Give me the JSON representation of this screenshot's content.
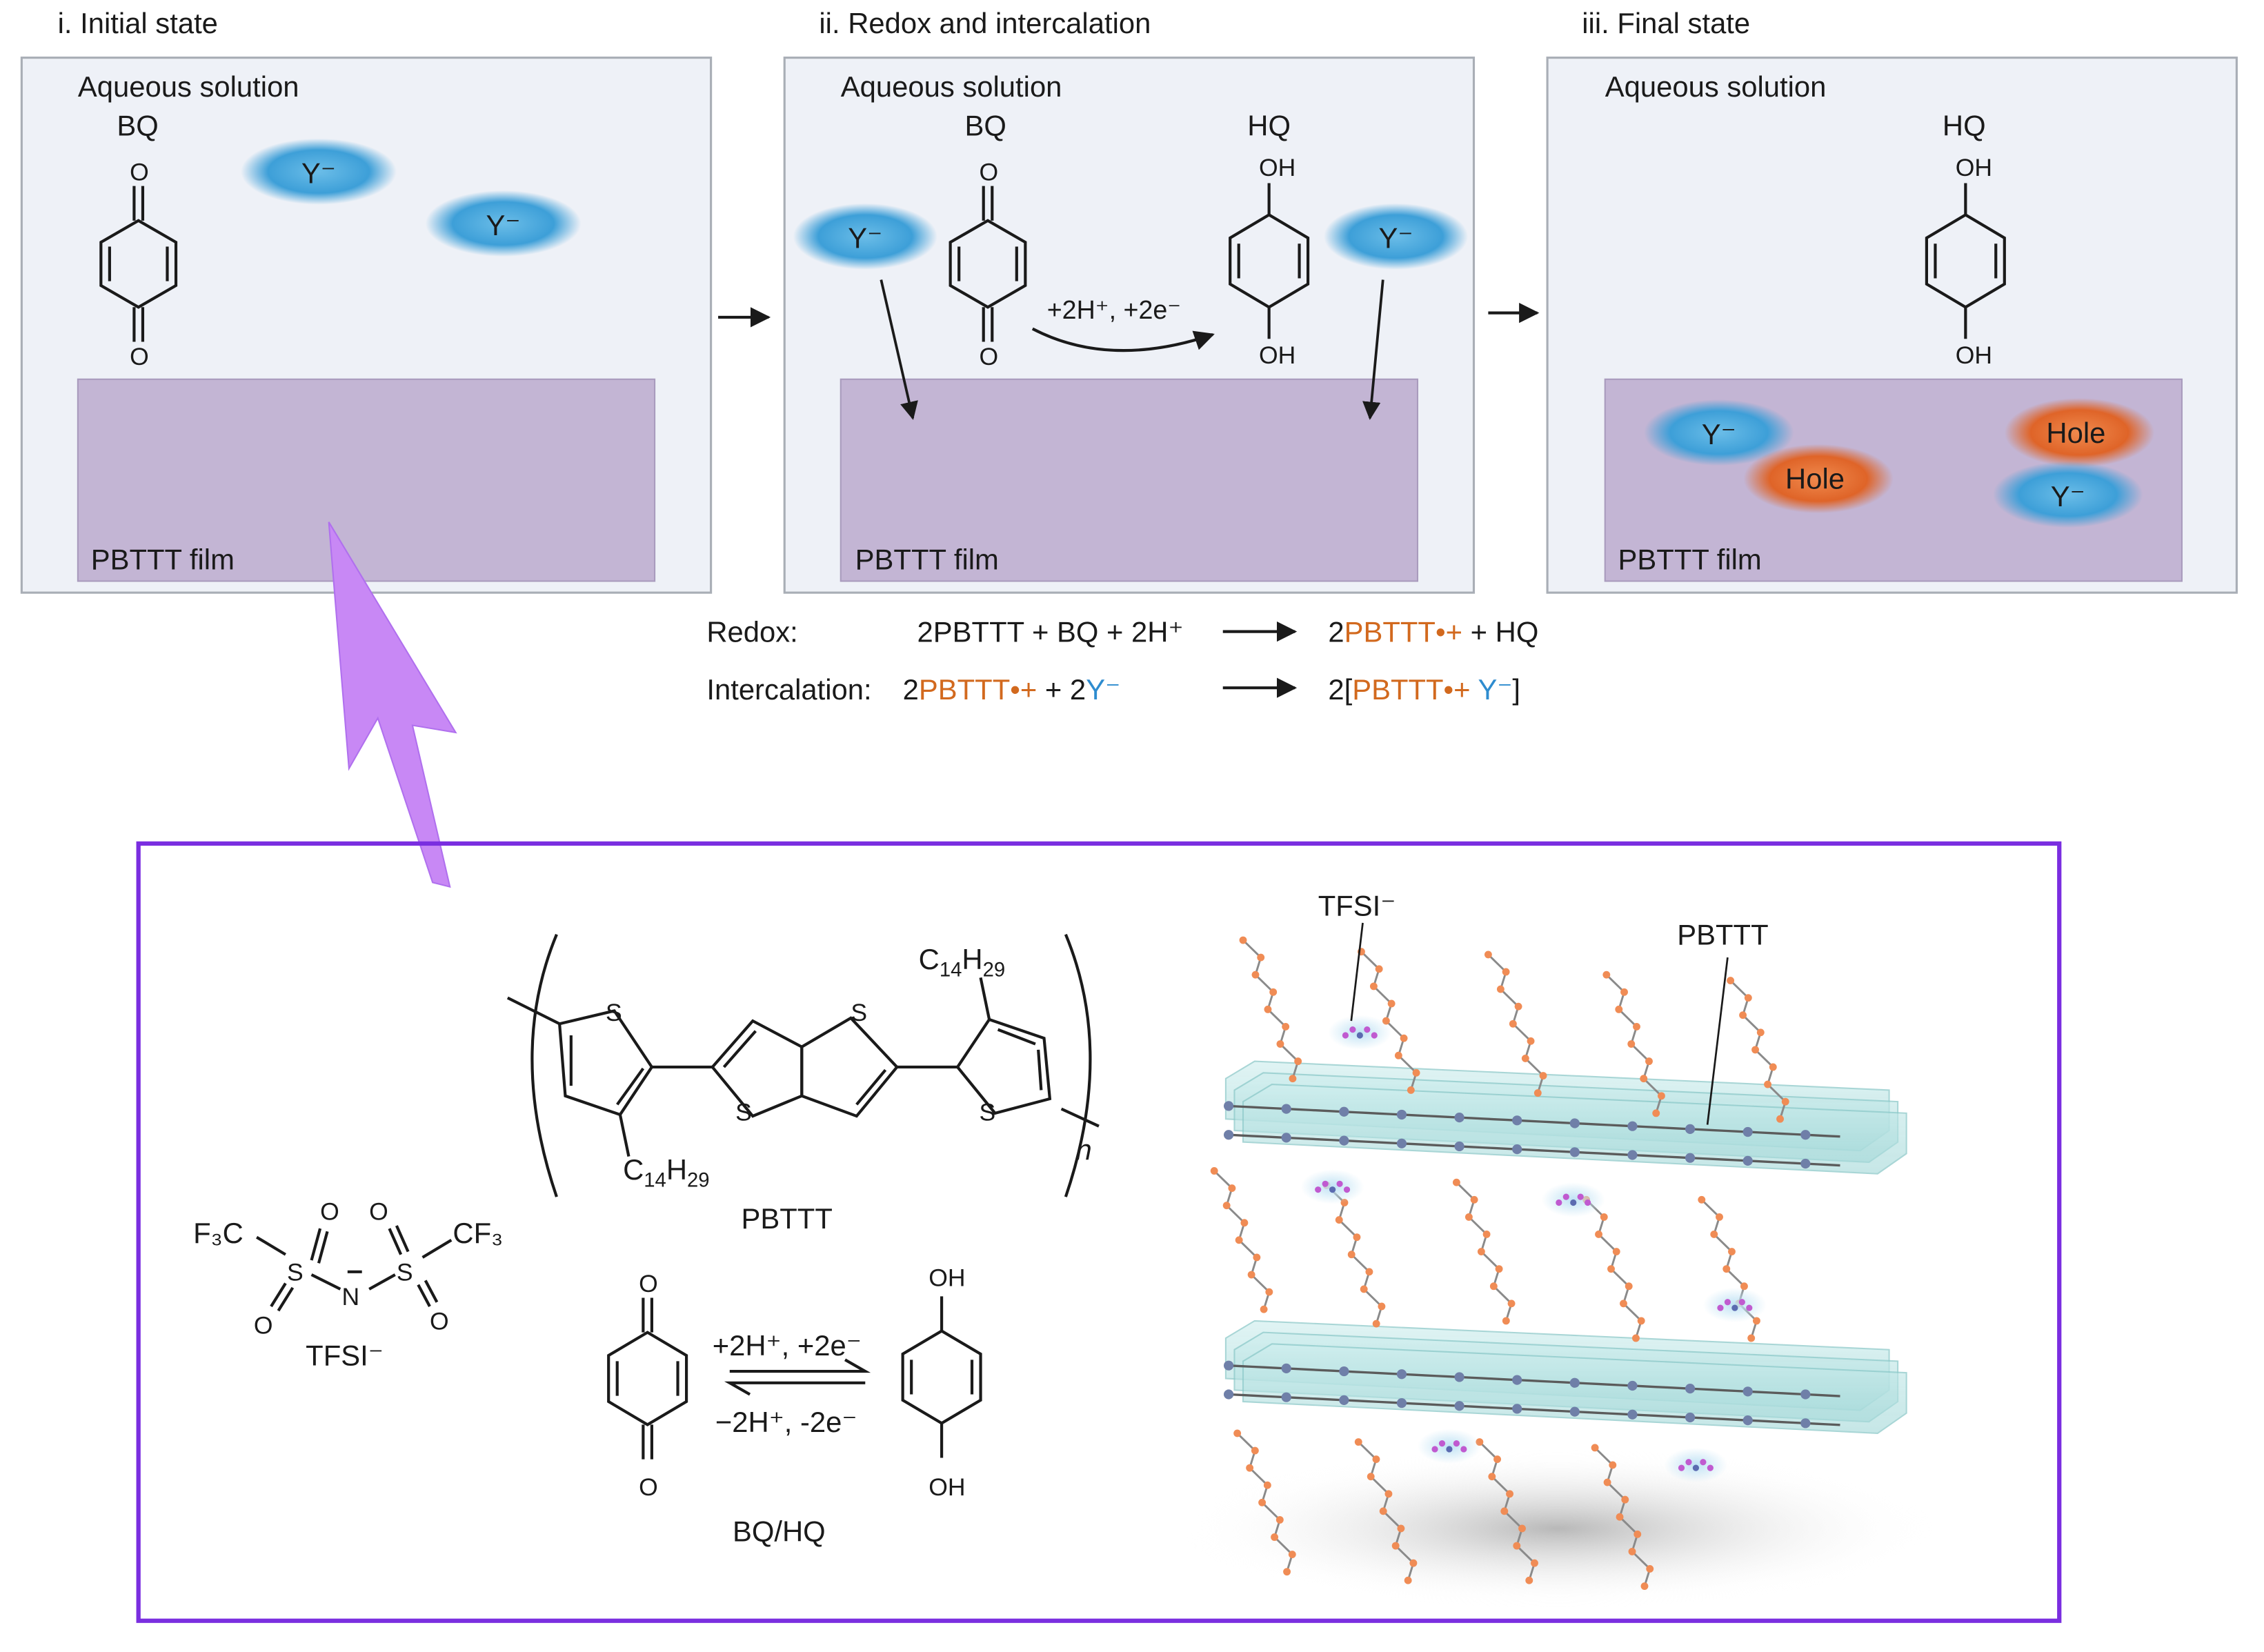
{
  "colors": {
    "panel_bg": "#eef1f7",
    "film": "#c3b5d4",
    "anion_blue": "#3b9fd8",
    "hole_orange": "#e06a2c",
    "accent_purple": "#7a2ee0",
    "arrow_lilac": "#c888f5"
  },
  "panel1": {
    "title": "i. Initial state",
    "solution": "Aqueous solution",
    "film": "PBTTT film",
    "bq": "BQ",
    "anions": [
      "Y⁻",
      "Y⁻"
    ]
  },
  "panel2": {
    "title": "ii. Redox and intercalation",
    "solution": "Aqueous solution",
    "film": "PBTTT film",
    "bq": "BQ",
    "hq": "HQ",
    "reaction": "+2H⁺, +2e⁻",
    "anions": [
      "Y⁻",
      "Y⁻"
    ]
  },
  "panel3": {
    "title": "iii. Final state",
    "solution": "Aqueous solution",
    "film": "PBTTT film",
    "hq": "HQ",
    "anions": [
      "Y⁻",
      "Y⁻"
    ],
    "holes": [
      "Hole",
      "Hole"
    ]
  },
  "atoms": {
    "O": "O",
    "OH": "OH",
    "S": "S",
    "N": "N"
  },
  "equations": {
    "redox_label": "Redox:",
    "redox_left": "2PBTTT + BQ + 2H⁺",
    "redox_right_coef": "2",
    "redox_right_species": "PBTTT•+",
    "redox_right_rest": " + HQ",
    "inter_label": "Intercalation:",
    "inter_left_coef": "2",
    "inter_left_species": "PBTTT•+",
    "inter_left_plus": " +  2",
    "inter_left_anion": "Y⁻",
    "inter_right_open": "2[",
    "inter_right_species": "PBTTT•+",
    "inter_right_anion": " Y⁻",
    "inter_right_close": "]"
  },
  "inset": {
    "pbttt_name": "PBTTT",
    "chain_c": "C",
    "chain_sub1": "14",
    "chain_h": "H",
    "chain_sub2": "29",
    "repeat": "n",
    "tfsi_name": "TFSI⁻",
    "f3c": "F₃C",
    "cf3": "CF₃",
    "bqhq_name": "BQ/HQ",
    "forward": "+2H⁺, +2e⁻",
    "reverse": "−2H⁺, -2e⁻",
    "model_tfsi": "TFSI⁻",
    "model_pbttt": "PBTTT"
  }
}
